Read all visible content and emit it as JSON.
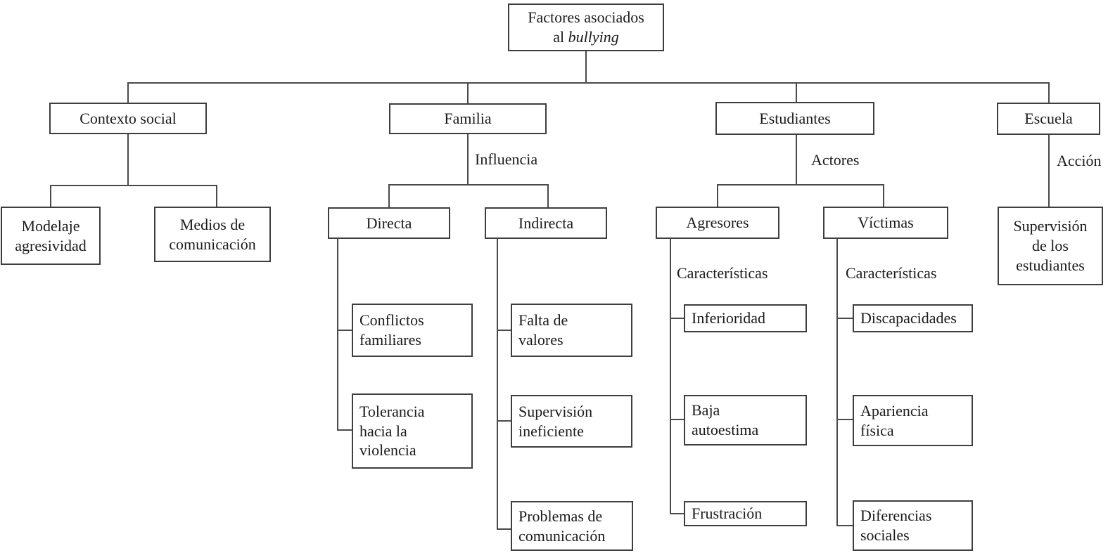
{
  "diagram": {
    "title": "Factores asociados al bullying",
    "colors": {
      "background": "#ffffff",
      "box_border": "#3e3e3e",
      "connector_line": "#4a4a4a",
      "text": "#1b1b1b"
    },
    "nodes": {
      "root": {
        "lines": [
          "Factores asociados"
        ],
        "al": "al",
        "bullying": "bullying"
      },
      "contexto_social": {
        "lines": [
          "Contexto social"
        ]
      },
      "familia": {
        "lines": [
          "Familia"
        ]
      },
      "estudiantes": {
        "lines": [
          "Estudiantes"
        ]
      },
      "escuela": {
        "lines": [
          "Escuela"
        ]
      },
      "modelaje_agresividad": {
        "lines": [
          "Modelaje",
          "agresividad"
        ]
      },
      "medios_comunicacion": {
        "lines": [
          "Medios de",
          "comunicación"
        ]
      },
      "directa": {
        "lines": [
          "Directa"
        ]
      },
      "indirecta": {
        "lines": [
          "Indirecta"
        ]
      },
      "conflictos_familiares": {
        "lines": [
          "Conflictos",
          "familiares"
        ]
      },
      "tolerancia_violencia": {
        "lines": [
          "Tolerancia",
          "hacia la",
          "violencia"
        ]
      },
      "falta_valores": {
        "lines": [
          "Falta de",
          "valores"
        ]
      },
      "supervision_ineficiente": {
        "lines": [
          "Supervisión",
          "ineficiente"
        ]
      },
      "problemas_comunicacion": {
        "lines": [
          "Problemas de",
          "comunicación"
        ]
      },
      "agresores": {
        "lines": [
          "Agresores"
        ]
      },
      "victimas": {
        "lines": [
          "Víctimas"
        ]
      },
      "inferioridad": {
        "lines": [
          "Inferioridad"
        ]
      },
      "baja_autoestima": {
        "lines": [
          "Baja",
          "autoestima"
        ]
      },
      "frustracion": {
        "lines": [
          "Frustración"
        ]
      },
      "discapacidades": {
        "lines": [
          "Discapacidades"
        ]
      },
      "apariencia_fisica": {
        "lines": [
          "Apariencia",
          "física"
        ]
      },
      "diferencias_sociales": {
        "lines": [
          "Diferencias",
          "sociales"
        ]
      },
      "supervision_estudiantes": {
        "lines": [
          "Supervisión",
          "de los",
          "estudiantes"
        ]
      }
    },
    "edge_labels": {
      "influencia": "Influencia",
      "actores": "Actores",
      "caracteristicas_agresores": "Características",
      "caracteristicas_victimas": "Características",
      "accion": "Acción"
    }
  }
}
